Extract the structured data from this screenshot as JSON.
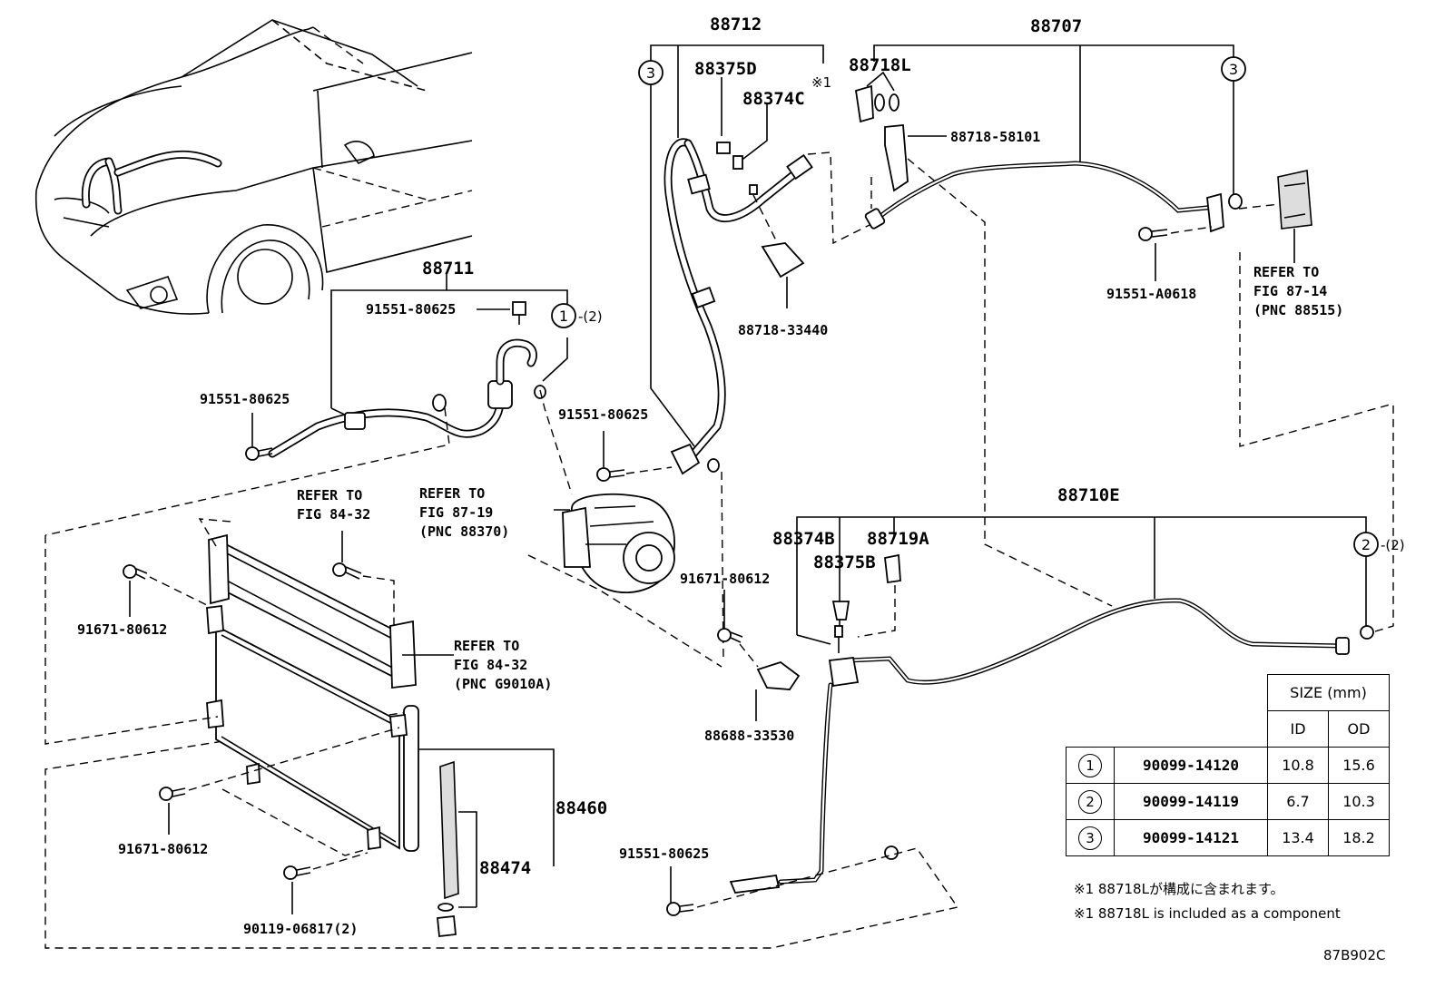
{
  "callouts": {
    "p88712": "88712",
    "p88707": "88707",
    "p88375D": "88375D",
    "p88374C": "88374C",
    "note_ref": "※1",
    "p88718L": "88718L",
    "p88718_58101": "88718-58101",
    "p88711": "88711",
    "p91551_80625_a": "91551-80625",
    "p91551_80625_b": "91551-80625",
    "p91551_80625_c": "91551-80625",
    "p91551_80625_d": "91551-80625",
    "p88718_33440": "88718-33440",
    "p91551_A0618": "91551-A0618",
    "p88710E": "88710E",
    "p88374B": "88374B",
    "p88719A": "88719A",
    "p88375B": "88375B",
    "p91671_80612_a": "91671-80612",
    "p91671_80612_b": "91671-80612",
    "p91671_80612_c": "91671-80612",
    "p88688_33530": "88688-33530",
    "p88460": "88460",
    "p88474": "88474",
    "p90119_06817": "90119-06817(2)",
    "o_ring_1": "1",
    "o_ring_2": "2",
    "o_ring_3": "3",
    "qty_2": "-(2)",
    "qty_2b": "-(2)",
    "drawing_no": "87B902C"
  },
  "refers": {
    "fig87_14": [
      "REFER TO",
      "FIG 87-14",
      "(PNC 88515)"
    ],
    "fig87_19": [
      "REFER TO",
      "FIG 87-19",
      "(PNC 88370)"
    ],
    "fig84_32_a": [
      "REFER TO",
      "FIG 84-32"
    ],
    "fig84_32_b": [
      "REFER TO",
      "FIG 84-32",
      "(PNC G9010A)"
    ]
  },
  "size_table": {
    "header": "SIZE (mm)",
    "col_id": "ID",
    "col_od": "OD",
    "rows": [
      {
        "ring": "1",
        "part": "90099-14120",
        "id": "10.8",
        "od": "15.6"
      },
      {
        "ring": "2",
        "part": "90099-14119",
        "id": "6.7",
        "od": "10.3"
      },
      {
        "ring": "3",
        "part": "90099-14121",
        "id": "13.4",
        "od": "18.2"
      }
    ]
  },
  "notes": {
    "jp": "※1 88718Lが構成に含まれます。",
    "en": "※1 88718L is included as a component"
  }
}
